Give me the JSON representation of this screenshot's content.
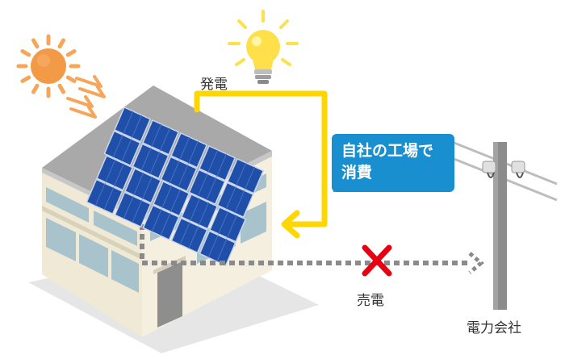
{
  "labels": {
    "generation": "発電",
    "self_consumption": "自社の工場で\n消費",
    "selling": "売電",
    "utility_company": "電力会社"
  },
  "colors": {
    "sun": "#f29a46",
    "sun_rays": "#f6a65a",
    "bulb": "#ffe04a",
    "flow_line": "#ffd600",
    "callout": "#1a8fcf",
    "x_mark": "#e60012",
    "dotted_line": "#8a8a8a",
    "solar_panel": "#1f4fa8",
    "building_wall": "#efe9d6",
    "roof": "#a7a7a7",
    "pole": "#8c8c8c"
  },
  "icons": [
    "sun-icon",
    "light-bulb-icon",
    "solar-panel-icon",
    "factory-building-icon",
    "utility-pole-icon",
    "cross-icon"
  ]
}
